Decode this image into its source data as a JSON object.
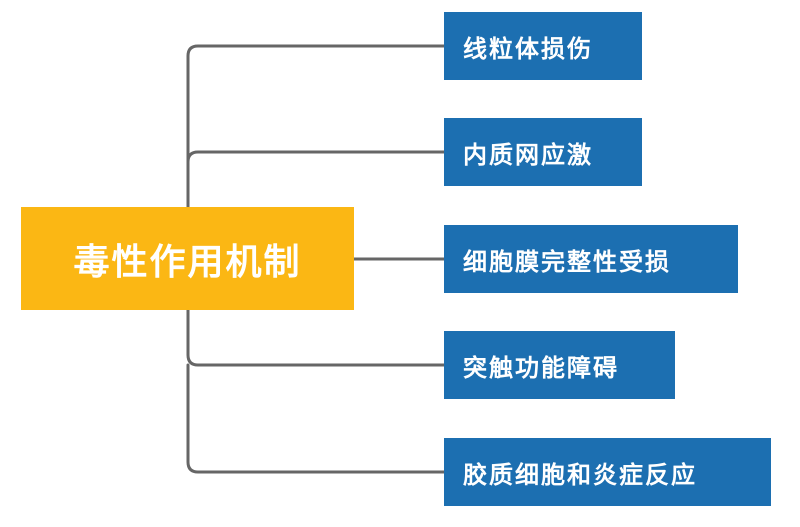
{
  "diagram": {
    "root": {
      "label": "毒性作用机制"
    },
    "branches": [
      {
        "label": "线粒体损伤"
      },
      {
        "label": "内质网应激"
      },
      {
        "label": "细胞膜完整性受损"
      },
      {
        "label": "突触功能障碍"
      },
      {
        "label": "胶质细胞和炎症反应"
      }
    ],
    "colors": {
      "root_fill": "#fbb714",
      "branch_fill": "#1c6fb1",
      "connector": "#666666",
      "text": "#ffffff"
    }
  }
}
